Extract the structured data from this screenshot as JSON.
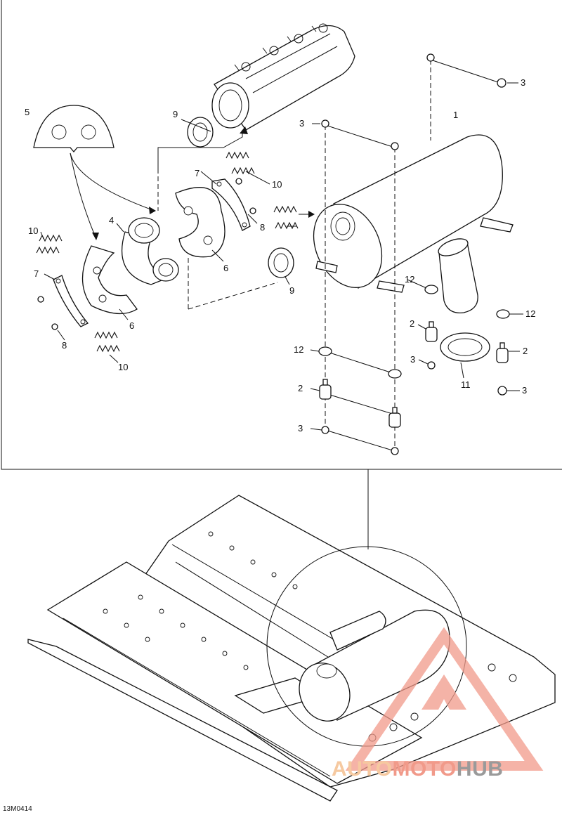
{
  "diagram": {
    "callouts": {
      "c1": "1",
      "c2a": "2",
      "c2b": "2",
      "c2c": "2",
      "c3a": "3",
      "c3b": "3",
      "c3c": "3",
      "c3d": "3",
      "c3e": "3",
      "c4": "4",
      "c5": "5",
      "c6a": "6",
      "c6b": "6",
      "c7a": "7",
      "c7b": "7",
      "c8a": "8",
      "c8b": "8",
      "c9a": "9",
      "c9b": "9",
      "c10a": "10",
      "c10b": "10",
      "c10c": "10",
      "c11": "11",
      "c12a": "12",
      "c12b": "12",
      "c12c": "12"
    },
    "reference_code": "13M0414"
  },
  "watermark": {
    "part1": "AUTO",
    "part2": "MOTO",
    "part3": "HUB",
    "color_light": "#f6c9a0",
    "color_red": "#f19a8a",
    "color_gray": "#9a9a9a"
  }
}
